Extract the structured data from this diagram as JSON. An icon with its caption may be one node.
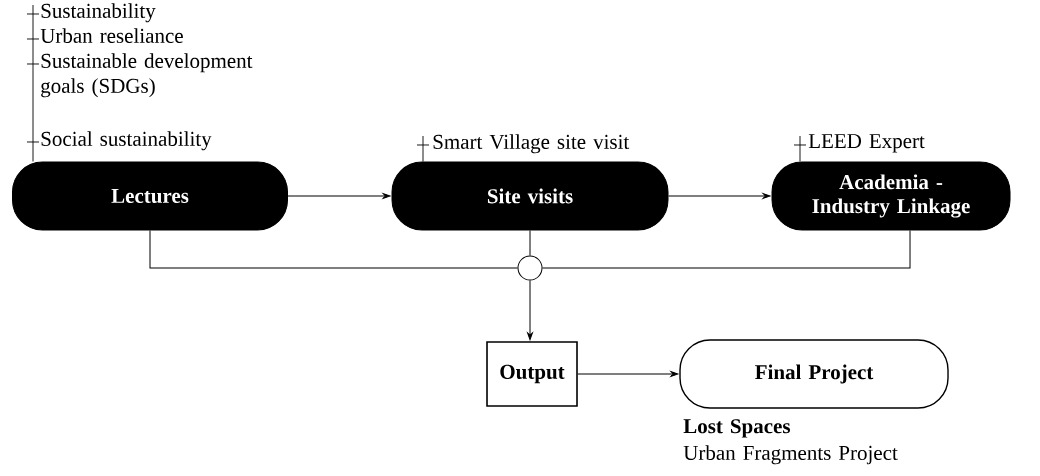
{
  "diagram": {
    "nodes": [
      {
        "text": [
          "Lectures"
        ],
        "beside": [
          "Sustainability",
          "Urban reseliance",
          "Sustainable development goals (SDGs)",
          "Social sustainability"
        ]
      },
      {
        "text": [
          "Site visits"
        ],
        "beside": [
          "Smart Village site visit"
        ]
      },
      {
        "text": [
          "Academia - Industry Linkage"
        ],
        "beside": [
          "LEED Expert"
        ]
      },
      {
        "text": [],
        "shape": "circle"
      },
      {
        "text": [
          "Output"
        ]
      },
      {
        "text": [
          "Final Project"
        ],
        "beside": [
          "Lost Spaces",
          "Urban Fragments Project"
        ]
      }
    ],
    "edges": [
      {
        "from": 0,
        "to": 1,
        "arrow": "to"
      },
      {
        "from": 1,
        "to": 2,
        "arrow": "to"
      },
      {
        "from": 0,
        "to": 3,
        "arrow": "none"
      },
      {
        "from": 1,
        "to": 3,
        "arrow": "none"
      },
      {
        "from": 2,
        "to": 3,
        "arrow": "none"
      },
      {
        "from": 3,
        "to": 4,
        "arrow": "to"
      },
      {
        "from": 4,
        "to": 5,
        "arrow": "to"
      }
    ]
  }
}
